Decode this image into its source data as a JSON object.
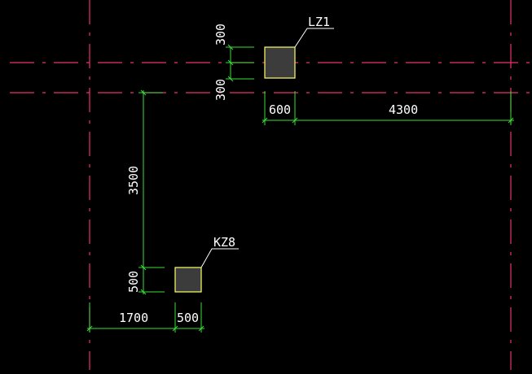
{
  "colors": {
    "background": "#000000",
    "axis_line": "#e8336d",
    "dimension": "#38e038",
    "column_outline": "#ffff66",
    "column_fill": "#3c3c3c",
    "text": "#ffffff"
  },
  "columns": {
    "lz1": {
      "label": "LZ1"
    },
    "kz8": {
      "label": "KZ8"
    }
  },
  "dimensions": {
    "lz1_top_offset": "300",
    "lz1_bottom_offset": "300",
    "lz1_width": "600",
    "lz1_to_grid": "4300",
    "kz8_vertical_gap": "3500",
    "kz8_height": "500",
    "kz8_from_grid": "1700",
    "kz8_width": "500"
  }
}
